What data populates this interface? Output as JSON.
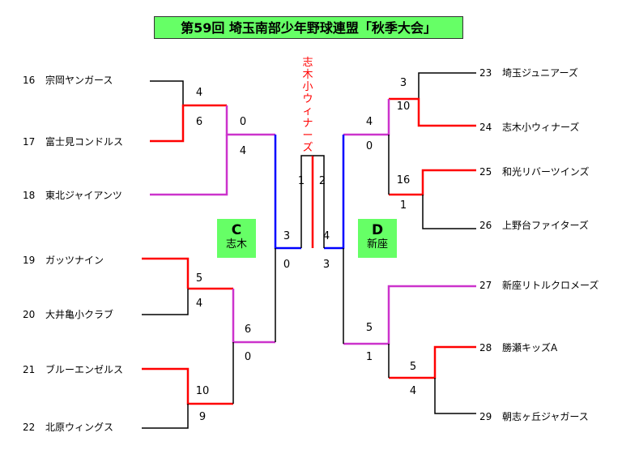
{
  "title": "第59回 埼玉南部少年野球連盟「秋季大会」",
  "champion_chars": [
    "志",
    "木",
    "小",
    "ウ",
    "ィ",
    "ナ",
    "ー",
    "ズ"
  ],
  "blocks": {
    "c": {
      "letter": "C",
      "name": "志木"
    },
    "d": {
      "letter": "D",
      "name": "新座"
    }
  },
  "teams": [
    {
      "seed": "16",
      "name": "宗岡ヤンガース"
    },
    {
      "seed": "17",
      "name": "富士見コンドルス"
    },
    {
      "seed": "18",
      "name": "東北ジャイアンツ"
    },
    {
      "seed": "19",
      "name": "ガッツナイン"
    },
    {
      "seed": "20",
      "name": "大井亀小クラブ"
    },
    {
      "seed": "21",
      "name": "ブルーエンゼルス"
    },
    {
      "seed": "22",
      "name": "北原ウィングス"
    },
    {
      "seed": "23",
      "name": "埼玉ジュニアーズ"
    },
    {
      "seed": "24",
      "name": "志木小ウィナーズ"
    },
    {
      "seed": "25",
      "name": "和光リバーツインズ"
    },
    {
      "seed": "26",
      "name": "上野台ファイターズ"
    },
    {
      "seed": "27",
      "name": "新座リトルクロメーズ"
    },
    {
      "seed": "28",
      "name": "勝瀬キッズA"
    },
    {
      "seed": "29",
      "name": "朝志ヶ丘ジャガース"
    }
  ],
  "scores": {
    "m16_17_top": "4",
    "m16_17_bot": "6",
    "c_sf_top": "0",
    "c_sf_bot": "4",
    "m19_20_top": "5",
    "m19_20_bot": "4",
    "m21_22_top": "10",
    "m21_22_bot": "9",
    "c_sf2_top": "6",
    "c_sf2_bot": "0",
    "c_final_top": "3",
    "c_final_bot": "0",
    "final_left": "1",
    "final_right": "2",
    "d_final_top": "4",
    "d_final_bot": "3",
    "m23_24_top": "3",
    "m23_24_bot": "10",
    "m25_26_top": "16",
    "m25_26_bot": "1",
    "d_sf_top": "4",
    "d_sf_bot": "0",
    "m28_29_top": "5",
    "m28_29_bot": "4",
    "d_sf2_top": "5",
    "d_sf2_bot": "1"
  },
  "colors": {
    "black": "#000000",
    "red": "#ff0000",
    "magenta": "#cc33cc",
    "blue": "#0000ff",
    "green_box": "#66ff66"
  }
}
